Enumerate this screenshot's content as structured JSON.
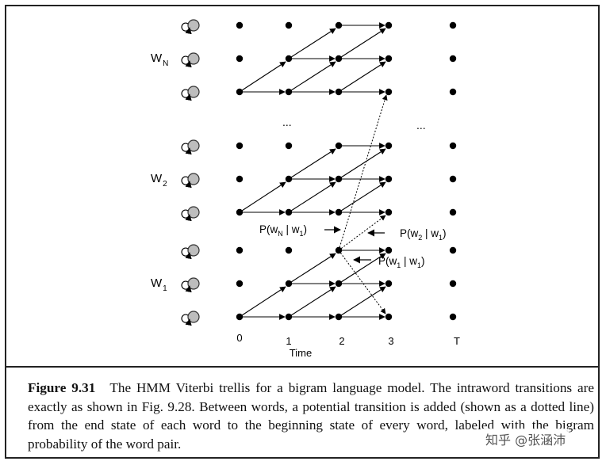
{
  "diagram": {
    "word_labels": [
      {
        "key": "wn",
        "main": "W",
        "sub": "N"
      },
      {
        "key": "w2",
        "main": "W",
        "sub": "2"
      },
      {
        "key": "w1",
        "main": "W",
        "sub": "1"
      }
    ],
    "time_ticks": [
      "0",
      "1",
      "2",
      "3",
      "T"
    ],
    "time_axis_label": "Time",
    "ellipsis": "...",
    "probabilities": {
      "p_wn_w1": {
        "p": "P(w",
        "a": "N",
        "bar": " | w",
        "b": "1",
        "close": ")"
      },
      "p_w2_w1": {
        "p": "P(w",
        "a": "2",
        "bar": " | w",
        "b": "1",
        "close": ")"
      },
      "p_w1_w1": {
        "p": "P(w",
        "a": "1",
        "bar": " | w",
        "b": "1",
        "close": ")"
      }
    }
  },
  "caption": {
    "figure_label": "Figure 9.31",
    "text": "The HMM Viterbi trellis for a bigram language model. The intraword transitions are exactly as shown in Fig. 9.28. Between words, a potential transition is added (shown as a dotted line) from the end state of each word to the beginning state of every word, labeled with the bigram probability of the word pair."
  },
  "watermark": "知乎 @张涵沛"
}
